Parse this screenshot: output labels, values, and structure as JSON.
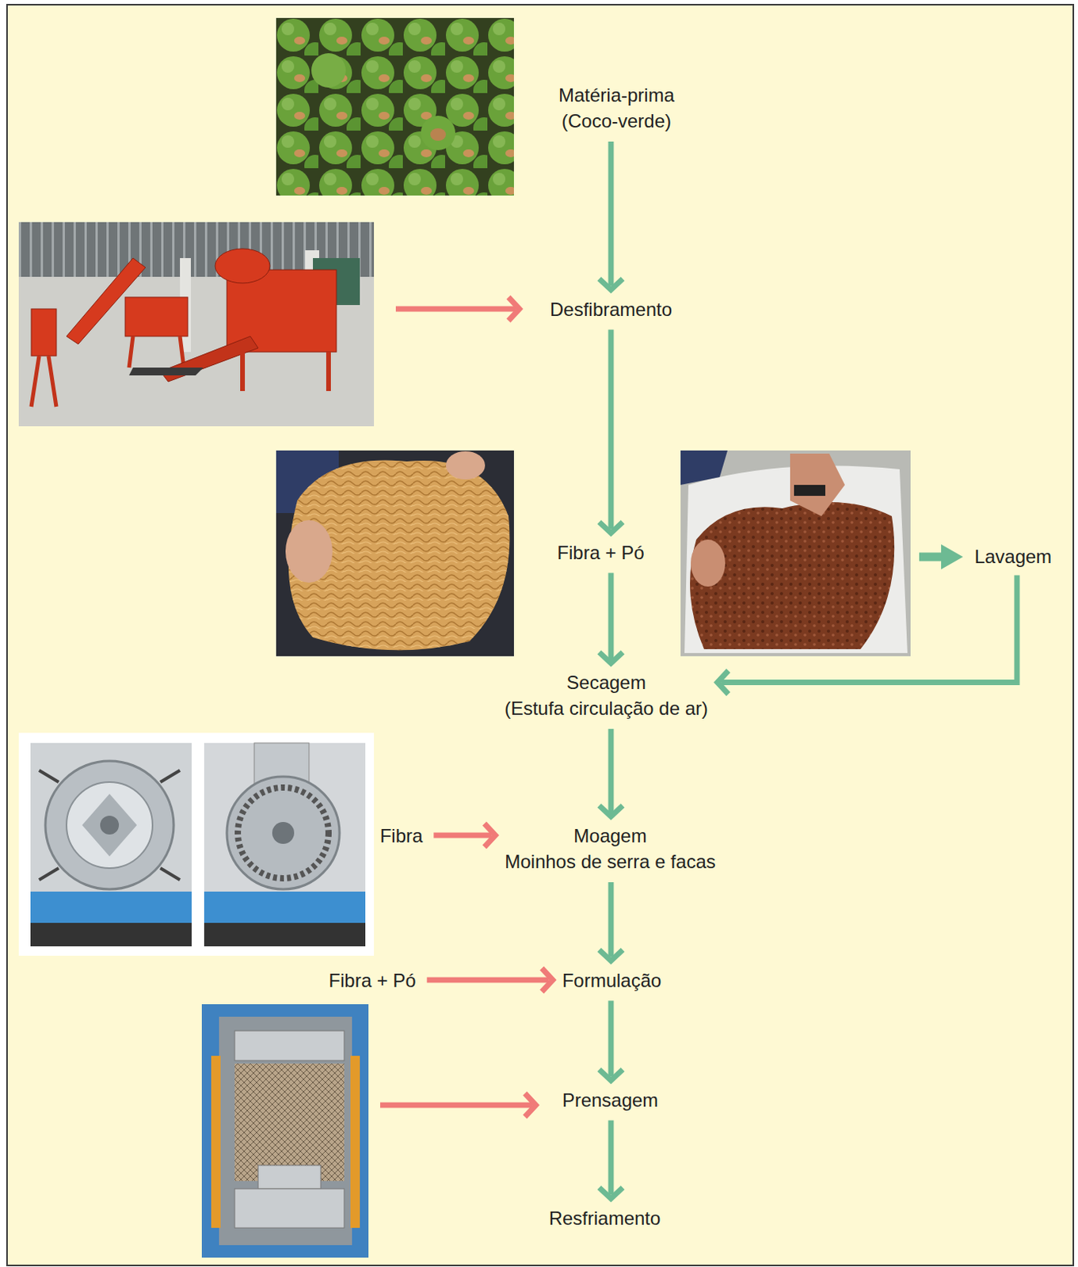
{
  "diagram": {
    "nodes": [
      {
        "text": [
          "Matéria-prima (Coco-verde)"
        ]
      },
      {
        "text": [
          "Desfibramento"
        ]
      },
      {
        "text": [
          "Fibra + Pó"
        ]
      },
      {
        "text": [
          "Lavagem"
        ]
      },
      {
        "text": [
          "Secagem",
          "(Estufa circulação de ar)"
        ]
      },
      {
        "text": [
          "Fibra"
        ]
      },
      {
        "text": [
          "Moagem",
          "Moinhos de serra e facas"
        ]
      },
      {
        "text": [
          "Fibra + Pó"
        ]
      },
      {
        "text": [
          "Formulação"
        ]
      },
      {
        "text": [
          "Prensagem"
        ]
      },
      {
        "text": [
          "Resfriamento"
        ]
      }
    ],
    "edges": [
      {
        "from": 0,
        "to": 1,
        "arrow": "to"
      },
      {
        "from": 1,
        "to": 2,
        "arrow": "to"
      },
      {
        "from": 2,
        "to": 4,
        "arrow": "to"
      },
      {
        "from": 3,
        "to": 4,
        "arrow": "to"
      },
      {
        "from": 4,
        "to": 6,
        "arrow": "to"
      },
      {
        "from": 5,
        "to": 6,
        "arrow": "to"
      },
      {
        "from": 6,
        "to": 8,
        "arrow": "to"
      },
      {
        "from": 7,
        "to": 8,
        "arrow": "to"
      },
      {
        "from": 8,
        "to": 9,
        "arrow": "to"
      },
      {
        "from": 9,
        "to": 10,
        "arrow": "to"
      }
    ]
  }
}
